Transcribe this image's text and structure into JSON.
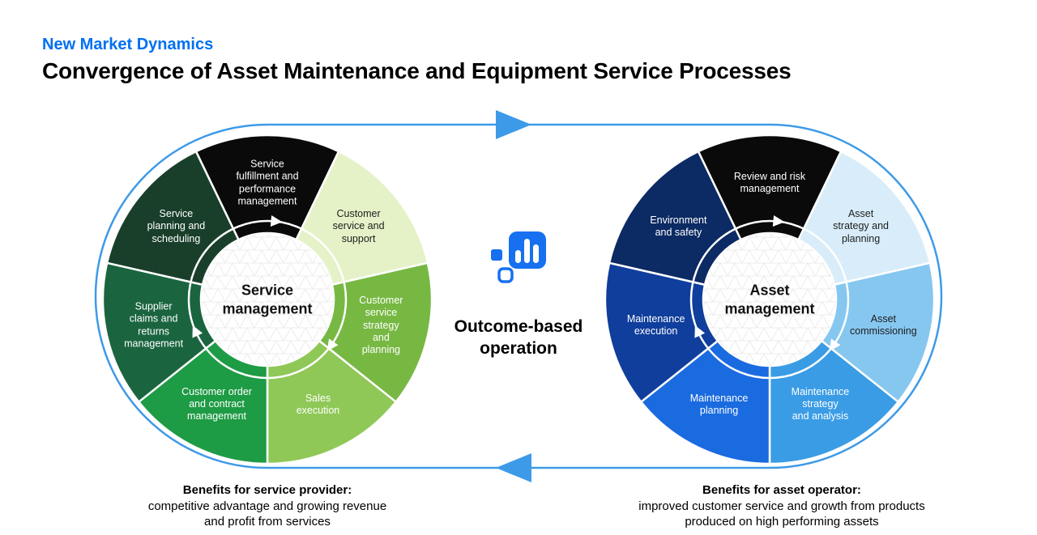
{
  "header": {
    "eyebrow": "New Market Dynamics",
    "title": "Convergence of Asset Maintenance and Equipment Service Processes"
  },
  "colors": {
    "accent_blue": "#0070f2",
    "loop_blue": "#3d9ae8",
    "icon_blue": "#1670f0"
  },
  "center": {
    "line1": "Outcome-based",
    "line2": "operation"
  },
  "wheels": [
    {
      "id": "service",
      "center_label": [
        "Service",
        "management"
      ],
      "segments": [
        {
          "label": "Service fulfillment and performance management",
          "lines": [
            "Service",
            "fulfillment and",
            "performance",
            "management"
          ],
          "color": "#0a0a0a",
          "text_color": "#ffffff"
        },
        {
          "label": "Customer service and support",
          "lines": [
            "Customer",
            "service and",
            "support"
          ],
          "color": "#e5f2c8",
          "text_color": "#1d1d1d"
        },
        {
          "label": "Customer service strategy and planning",
          "lines": [
            "Customer",
            "service",
            "strategy and",
            "planning"
          ],
          "color": "#77b843",
          "text_color": "#ffffff"
        },
        {
          "label": "Sales execution",
          "lines": [
            "Sales",
            "execution"
          ],
          "color": "#8fc857",
          "text_color": "#ffffff"
        },
        {
          "label": "Customer order and contract management",
          "lines": [
            "Customer order",
            "and contract",
            "management"
          ],
          "color": "#1e9b45",
          "text_color": "#ffffff"
        },
        {
          "label": "Supplier claims and returns management",
          "lines": [
            "Supplier",
            "claims and",
            "returns",
            "management"
          ],
          "color": "#1a6540",
          "text_color": "#ffffff"
        },
        {
          "label": "Service planning and scheduling",
          "lines": [
            "Service",
            "planning and",
            "scheduling"
          ],
          "color": "#193f2b",
          "text_color": "#ffffff"
        }
      ]
    },
    {
      "id": "asset",
      "center_label": [
        "Asset",
        "management"
      ],
      "segments": [
        {
          "label": "Review and risk management",
          "lines": [
            "Review and risk",
            "management"
          ],
          "color": "#0a0a0a",
          "text_color": "#ffffff"
        },
        {
          "label": "Asset strategy and planning",
          "lines": [
            "Asset",
            "strategy and",
            "planning"
          ],
          "color": "#d8edf9",
          "text_color": "#1d1d1d"
        },
        {
          "label": "Asset commissioning",
          "lines": [
            "Asset",
            "commissioning"
          ],
          "color": "#86c7f0",
          "text_color": "#1d1d1d"
        },
        {
          "label": "Maintenance strategy and analysis",
          "lines": [
            "Maintenance",
            "strategy",
            "and analysis"
          ],
          "color": "#3a9ce5",
          "text_color": "#ffffff"
        },
        {
          "label": "Maintenance planning",
          "lines": [
            "Maintenance",
            "planning"
          ],
          "color": "#1b6be0",
          "text_color": "#ffffff"
        },
        {
          "label": "Maintenance execution",
          "lines": [
            "Maintenance",
            "execution"
          ],
          "color": "#103e9c",
          "text_color": "#ffffff"
        },
        {
          "label": "Environment and safety",
          "lines": [
            "Environment",
            "and safety"
          ],
          "color": "#0c2a63",
          "text_color": "#ffffff"
        }
      ]
    }
  ],
  "captions": {
    "left": {
      "title": "Benefits for service provider:",
      "line1": "competitive advantage and growing revenue",
      "line2": "and profit from services"
    },
    "right": {
      "title": "Benefits for asset operator:",
      "line1": "improved customer service and growth from products",
      "line2": "produced on high performing assets"
    }
  }
}
